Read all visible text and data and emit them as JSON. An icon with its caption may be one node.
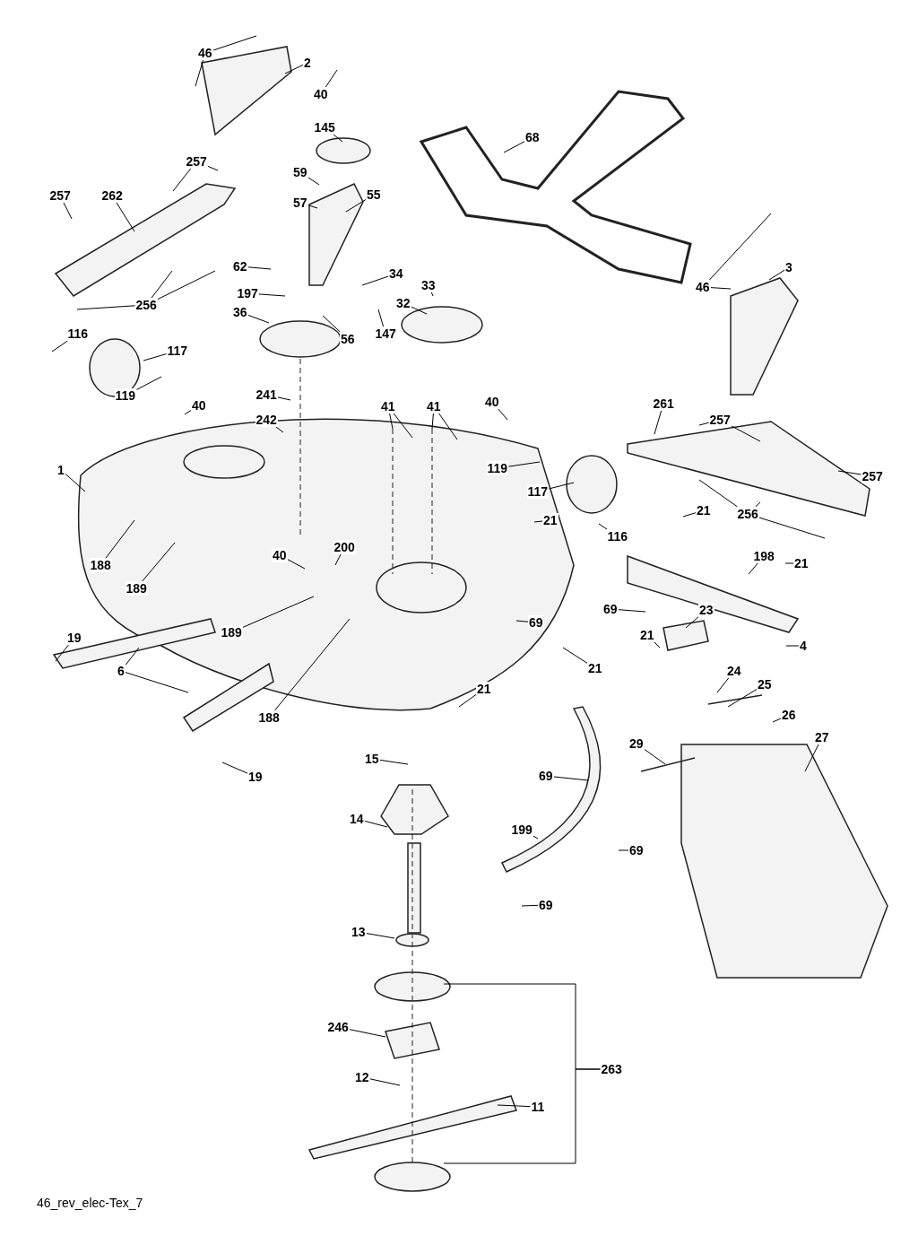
{
  "diagram": {
    "nodes": [
      {
        "text": [
          "46"
        ]
      },
      {
        "text": [
          "2"
        ]
      },
      {
        "text": [
          "40"
        ]
      },
      {
        "text": [
          "145"
        ]
      },
      {
        "text": [
          "68"
        ]
      },
      {
        "text": [
          "59"
        ]
      },
      {
        "text": [
          "257"
        ]
      },
      {
        "text": [
          "257"
        ]
      },
      {
        "text": [
          "262"
        ]
      },
      {
        "text": [
          "57"
        ]
      },
      {
        "text": [
          "55"
        ]
      },
      {
        "text": [
          "46"
        ]
      },
      {
        "text": [
          "3"
        ]
      },
      {
        "text": [
          "62"
        ]
      },
      {
        "text": [
          "34"
        ]
      },
      {
        "text": [
          "33"
        ]
      },
      {
        "text": [
          "32"
        ]
      },
      {
        "text": [
          "197"
        ]
      },
      {
        "text": [
          "36"
        ]
      },
      {
        "text": [
          "56"
        ]
      },
      {
        "text": [
          "147"
        ]
      },
      {
        "text": [
          "256"
        ]
      },
      {
        "text": [
          "116"
        ]
      },
      {
        "text": [
          "117"
        ]
      },
      {
        "text": [
          "119"
        ]
      },
      {
        "text": [
          "40"
        ]
      },
      {
        "text": [
          "241"
        ]
      },
      {
        "text": [
          "242"
        ]
      },
      {
        "text": [
          "41"
        ]
      },
      {
        "text": [
          "41"
        ]
      },
      {
        "text": [
          "40"
        ]
      },
      {
        "text": [
          "119"
        ]
      },
      {
        "text": [
          "261"
        ]
      },
      {
        "text": [
          "257"
        ]
      },
      {
        "text": [
          "257"
        ]
      },
      {
        "text": [
          "256"
        ]
      },
      {
        "text": [
          "117"
        ]
      },
      {
        "text": [
          "116"
        ]
      },
      {
        "text": [
          "21"
        ]
      },
      {
        "text": [
          "21"
        ]
      },
      {
        "text": [
          "1"
        ]
      },
      {
        "text": [
          "188"
        ]
      },
      {
        "text": [
          "189"
        ]
      },
      {
        "text": [
          "40"
        ]
      },
      {
        "text": [
          "200"
        ]
      },
      {
        "text": [
          "189"
        ]
      },
      {
        "text": [
          "188"
        ]
      },
      {
        "text": [
          "198"
        ]
      },
      {
        "text": [
          "21"
        ]
      },
      {
        "text": [
          "69"
        ]
      },
      {
        "text": [
          "69"
        ]
      },
      {
        "text": [
          "21"
        ]
      },
      {
        "text": [
          "23"
        ]
      },
      {
        "text": [
          "4"
        ]
      },
      {
        "text": [
          "21"
        ]
      },
      {
        "text": [
          "21"
        ]
      },
      {
        "text": [
          "24"
        ]
      },
      {
        "text": [
          "25"
        ]
      },
      {
        "text": [
          "26"
        ]
      },
      {
        "text": [
          "27"
        ]
      },
      {
        "text": [
          "19"
        ]
      },
      {
        "text": [
          "6"
        ]
      },
      {
        "text": [
          "19"
        ]
      },
      {
        "text": [
          "15"
        ]
      },
      {
        "text": [
          "29"
        ]
      },
      {
        "text": [
          "69"
        ]
      },
      {
        "text": [
          "14"
        ]
      },
      {
        "text": [
          "199"
        ]
      },
      {
        "text": [
          "69"
        ]
      },
      {
        "text": [
          "69"
        ]
      },
      {
        "text": [
          "13"
        ]
      },
      {
        "text": [
          "263"
        ]
      },
      {
        "text": [
          "246"
        ]
      },
      {
        "text": [
          "12"
        ]
      },
      {
        "text": [
          "11"
        ]
      }
    ],
    "edges": [
      {
        "from": 0,
        "to": null,
        "arrow": "none"
      },
      {
        "from": 0,
        "to": null,
        "arrow": "none"
      },
      {
        "from": 1,
        "to": null,
        "arrow": "none"
      },
      {
        "from": 2,
        "to": null,
        "arrow": "none"
      },
      {
        "from": 3,
        "to": null,
        "arrow": "none"
      },
      {
        "from": 4,
        "to": null,
        "arrow": "none"
      },
      {
        "from": 5,
        "to": null,
        "arrow": "none"
      },
      {
        "from": 6,
        "to": null,
        "arrow": "none"
      },
      {
        "from": 6,
        "to": null,
        "arrow": "none"
      },
      {
        "from": 7,
        "to": null,
        "arrow": "none"
      },
      {
        "from": 8,
        "to": null,
        "arrow": "none"
      },
      {
        "from": 9,
        "to": null,
        "arrow": "none"
      },
      {
        "from": 10,
        "to": null,
        "arrow": "none"
      },
      {
        "from": 11,
        "to": null,
        "arrow": "none"
      },
      {
        "from": 11,
        "to": null,
        "arrow": "none"
      },
      {
        "from": 12,
        "to": null,
        "arrow": "none"
      },
      {
        "from": 13,
        "to": null,
        "arrow": "none"
      },
      {
        "from": 14,
        "to": null,
        "arrow": "none"
      },
      {
        "from": 15,
        "to": null,
        "arrow": "none"
      },
      {
        "from": 16,
        "to": null,
        "arrow": "none"
      },
      {
        "from": 17,
        "to": null,
        "arrow": "none"
      },
      {
        "from": 18,
        "to": null,
        "arrow": "none"
      },
      {
        "from": 19,
        "to": null,
        "arrow": "none"
      },
      {
        "from": 20,
        "to": null,
        "arrow": "none"
      },
      {
        "from": 21,
        "to": null,
        "arrow": "none"
      },
      {
        "from": 21,
        "to": null,
        "arrow": "none"
      },
      {
        "from": 21,
        "to": null,
        "arrow": "none"
      },
      {
        "from": 22,
        "to": null,
        "arrow": "none"
      },
      {
        "from": 23,
        "to": null,
        "arrow": "none"
      },
      {
        "from": 24,
        "to": null,
        "arrow": "none"
      },
      {
        "from": 25,
        "to": null,
        "arrow": "none"
      },
      {
        "from": 26,
        "to": null,
        "arrow": "none"
      },
      {
        "from": 27,
        "to": null,
        "arrow": "none"
      },
      {
        "from": 28,
        "to": null,
        "arrow": "none"
      },
      {
        "from": 28,
        "to": null,
        "arrow": "none"
      },
      {
        "from": 29,
        "to": null,
        "arrow": "none"
      },
      {
        "from": 29,
        "to": null,
        "arrow": "none"
      },
      {
        "from": 30,
        "to": null,
        "arrow": "none"
      },
      {
        "from": 31,
        "to": null,
        "arrow": "none"
      },
      {
        "from": 32,
        "to": null,
        "arrow": "none"
      },
      {
        "from": 33,
        "to": null,
        "arrow": "none"
      },
      {
        "from": 33,
        "to": null,
        "arrow": "none"
      },
      {
        "from": 34,
        "to": null,
        "arrow": "none"
      },
      {
        "from": 35,
        "to": null,
        "arrow": "none"
      },
      {
        "from": 35,
        "to": null,
        "arrow": "none"
      },
      {
        "from": 35,
        "to": null,
        "arrow": "none"
      },
      {
        "from": 36,
        "to": null,
        "arrow": "none"
      },
      {
        "from": 37,
        "to": null,
        "arrow": "none"
      },
      {
        "from": 38,
        "to": null,
        "arrow": "none"
      },
      {
        "from": 39,
        "to": null,
        "arrow": "none"
      },
      {
        "from": 40,
        "to": null,
        "arrow": "none"
      },
      {
        "from": 41,
        "to": null,
        "arrow": "none"
      },
      {
        "from": 42,
        "to": null,
        "arrow": "none"
      },
      {
        "from": 43,
        "to": null,
        "arrow": "none"
      },
      {
        "from": 44,
        "to": null,
        "arrow": "none"
      },
      {
        "from": 45,
        "to": null,
        "arrow": "none"
      },
      {
        "from": 46,
        "to": null,
        "arrow": "none"
      },
      {
        "from": 47,
        "to": null,
        "arrow": "none"
      },
      {
        "from": 48,
        "to": null,
        "arrow": "none"
      },
      {
        "from": 49,
        "to": null,
        "arrow": "none"
      },
      {
        "from": 50,
        "to": null,
        "arrow": "none"
      },
      {
        "from": 51,
        "to": null,
        "arrow": "none"
      },
      {
        "from": 52,
        "to": null,
        "arrow": "none"
      },
      {
        "from": 53,
        "to": null,
        "arrow": "none"
      },
      {
        "from": 54,
        "to": null,
        "arrow": "none"
      },
      {
        "from": 55,
        "to": null,
        "arrow": "none"
      },
      {
        "from": 56,
        "to": null,
        "arrow": "none"
      },
      {
        "from": 57,
        "to": null,
        "arrow": "none"
      },
      {
        "from": 58,
        "to": null,
        "arrow": "none"
      },
      {
        "from": 59,
        "to": null,
        "arrow": "none"
      },
      {
        "from": 60,
        "to": null,
        "arrow": "none"
      },
      {
        "from": 61,
        "to": null,
        "arrow": "none"
      },
      {
        "from": 61,
        "to": null,
        "arrow": "none"
      },
      {
        "from": 62,
        "to": null,
        "arrow": "none"
      },
      {
        "from": 63,
        "to": null,
        "arrow": "none"
      },
      {
        "from": 64,
        "to": null,
        "arrow": "none"
      },
      {
        "from": 65,
        "to": null,
        "arrow": "none"
      },
      {
        "from": 66,
        "to": null,
        "arrow": "none"
      },
      {
        "from": 67,
        "to": null,
        "arrow": "none"
      },
      {
        "from": 68,
        "to": null,
        "arrow": "none"
      },
      {
        "from": 69,
        "to": null,
        "arrow": "none"
      },
      {
        "from": 70,
        "to": null,
        "arrow": "none"
      },
      {
        "from": 71,
        "to": null,
        "arrow": "none"
      },
      {
        "from": 71,
        "to": null,
        "arrow": "none"
      },
      {
        "from": 72,
        "to": null,
        "arrow": "none"
      },
      {
        "from": 73,
        "to": null,
        "arrow": "none"
      },
      {
        "from": 74,
        "to": null,
        "arrow": "none"
      }
    ],
    "labels": [
      "46_rev_elec-Tex_7"
    ]
  }
}
